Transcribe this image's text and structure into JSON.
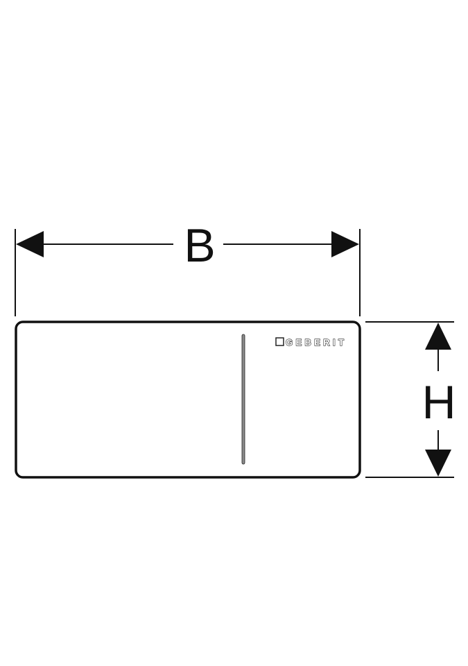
{
  "dimensions": {
    "width_label": "B",
    "height_label": "H"
  },
  "logo": {
    "text": "GEBERIT"
  },
  "colors": {
    "stroke": "#111111",
    "slot": "#8a8a8a"
  }
}
